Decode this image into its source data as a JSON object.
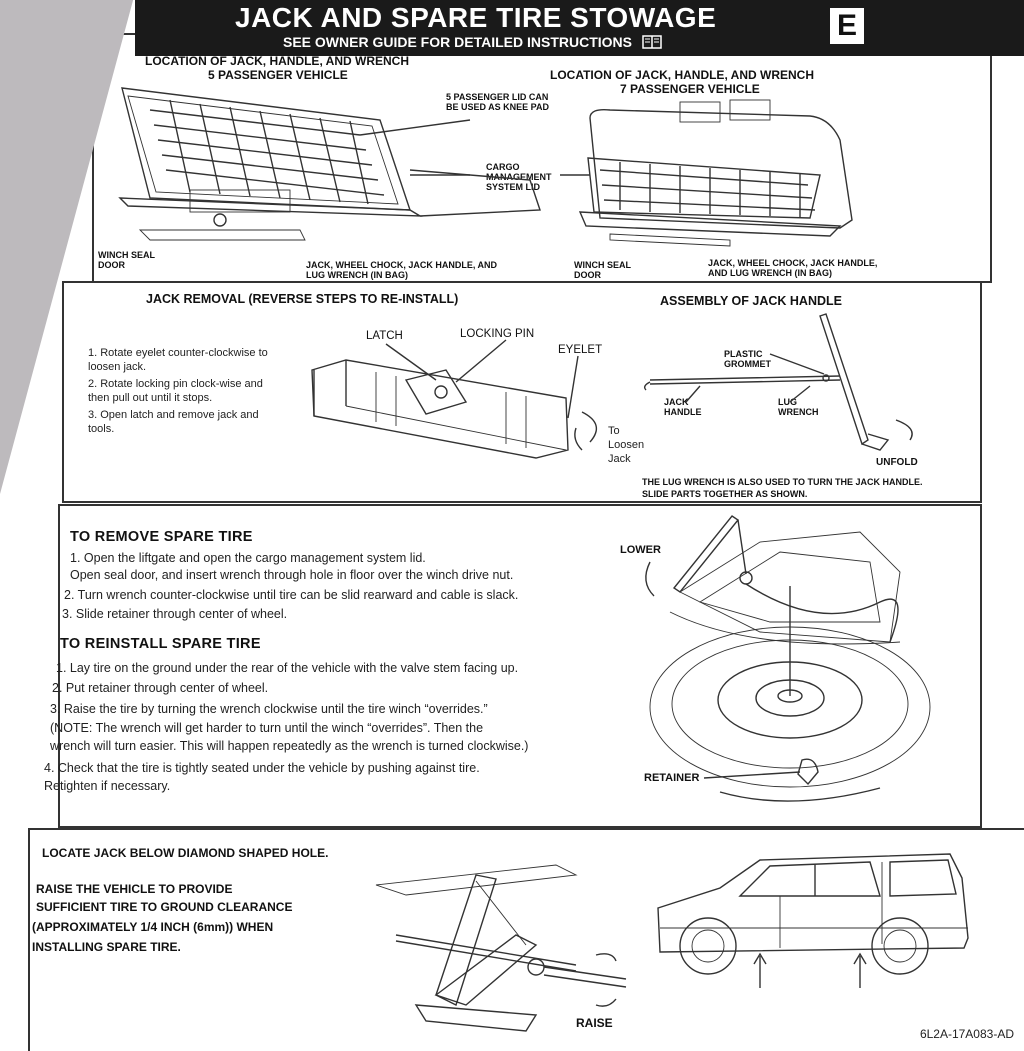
{
  "header": {
    "title": "JACK AND SPARE TIRE STOWAGE",
    "subtitle": "SEE OWNER GUIDE FOR DETAILED INSTRUCTIONS",
    "badge": "E"
  },
  "location": {
    "five": {
      "heading1": "LOCATION OF JACK, HANDLE, AND WRENCH",
      "heading2": "5 PASSENGER VEHICLE",
      "lid_label": "5 PASSENGER LID CAN BE USED AS KNEE PAD",
      "winch_label": "WINCH SEAL DOOR",
      "bag_label": "JACK, WHEEL CHOCK, JACK HANDLE, AND LUG WRENCH (IN BAG)"
    },
    "cargo_label": "CARGO MANAGEMENT SYSTEM LID",
    "seven": {
      "heading1": "LOCATION OF JACK, HANDLE, AND WRENCH",
      "heading2": "7 PASSENGER VEHICLE",
      "winch_label": "WINCH SEAL DOOR",
      "bag_label": "JACK, WHEEL CHOCK, JACK HANDLE, AND LUG WRENCH (IN BAG)"
    }
  },
  "jack_removal": {
    "heading": "JACK REMOVAL  (REVERSE STEPS TO RE-INSTALL)",
    "steps": [
      "1. Rotate eyelet counter-clockwise to loosen jack.",
      "2. Rotate locking pin clock-wise and then pull out until it stops.",
      "3. Open latch and remove jack and tools."
    ],
    "latch": "LATCH",
    "locking_pin": "LOCKING PIN",
    "eyelet": "EYELET",
    "loosen": "To Loosen Jack"
  },
  "assembly": {
    "heading": "ASSEMBLY OF JACK HANDLE",
    "grommet": "PLASTIC GROMMET",
    "jack_handle": "JACK HANDLE",
    "lug_wrench": "LUG WRENCH",
    "unfold": "UNFOLD",
    "note": "THE LUG WRENCH IS ALSO USED TO TURN THE JACK HANDLE. SLIDE PARTS TOGETHER AS SHOWN."
  },
  "remove": {
    "heading": "TO REMOVE SPARE TIRE",
    "steps": [
      "1.  Open the liftgate and open the cargo management system lid.",
      "     Open seal door, and insert wrench through hole in floor over the winch drive nut.",
      "2.  Turn wrench counter-clockwise until tire can be slid rearward and cable is slack.",
      "3.  Slide retainer through center of wheel."
    ],
    "lower": "LOWER"
  },
  "reinstall": {
    "heading": "TO REINSTALL SPARE TIRE",
    "steps": [
      "1.  Lay tire on the ground under the rear of the vehicle with the valve stem facing up.",
      "2.  Put retainer through center of wheel.",
      "3.  Raise the tire by turning the wrench clockwise until the tire winch “overrides.”",
      "     (NOTE: The wrench will get harder to turn until the winch “overrides”. Then the",
      "     wrench will turn easier. This will happen repeatedly as the wrench is turned clockwise.)",
      "4.  Check that the tire is tightly seated under the vehicle by pushing against tire.",
      "     Retighten if necessary."
    ],
    "retainer": "RETAINER"
  },
  "raise": {
    "locate": "LOCATE JACK BELOW DIAMOND SHAPED HOLE.",
    "instruction": [
      "RAISE THE VEHICLE TO PROVIDE",
      "SUFFICIENT TIRE TO GROUND CLEARANCE",
      "(APPROXIMATELY 1/4 INCH (6mm)) WHEN",
      "INSTALLING SPARE TIRE."
    ],
    "raise_label": "RAISE"
  },
  "part_number": "6L2A-17A083-AD"
}
